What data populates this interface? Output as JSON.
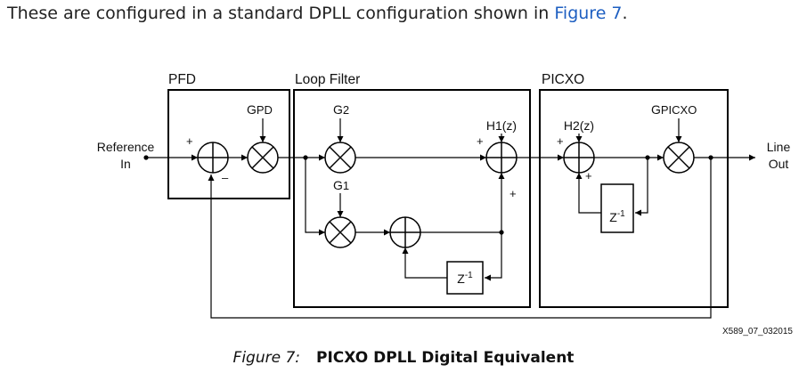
{
  "intro": {
    "text_before": "These are configured in a standard DPLL configuration shown in ",
    "link": "Figure 7",
    "text_after": "."
  },
  "blocks": {
    "pfd": "PFD",
    "loop_filter": "Loop Filter",
    "picxo": "PICXO"
  },
  "labels": {
    "gpd_g": "G",
    "gpd_sub": "PD",
    "g2_g": "G",
    "g2_sub": "2",
    "g1_g": "G",
    "g1_sub": "1",
    "h1": "H1(z)",
    "h2": "H2(z)",
    "gpicxo_g": "G",
    "gpicxo_sub": "PICXO",
    "zinv_z": "Z",
    "zinv_exp": "-1",
    "plus": "+",
    "minus": "–"
  },
  "io": {
    "input_line1": "Reference",
    "input_line2": "In",
    "output_line1": "Line",
    "output_line2": "Out"
  },
  "figure_id": "X589_07_032015",
  "caption": {
    "number": "Figure 7:",
    "title": "PICXO DPLL Digital Equivalent"
  }
}
